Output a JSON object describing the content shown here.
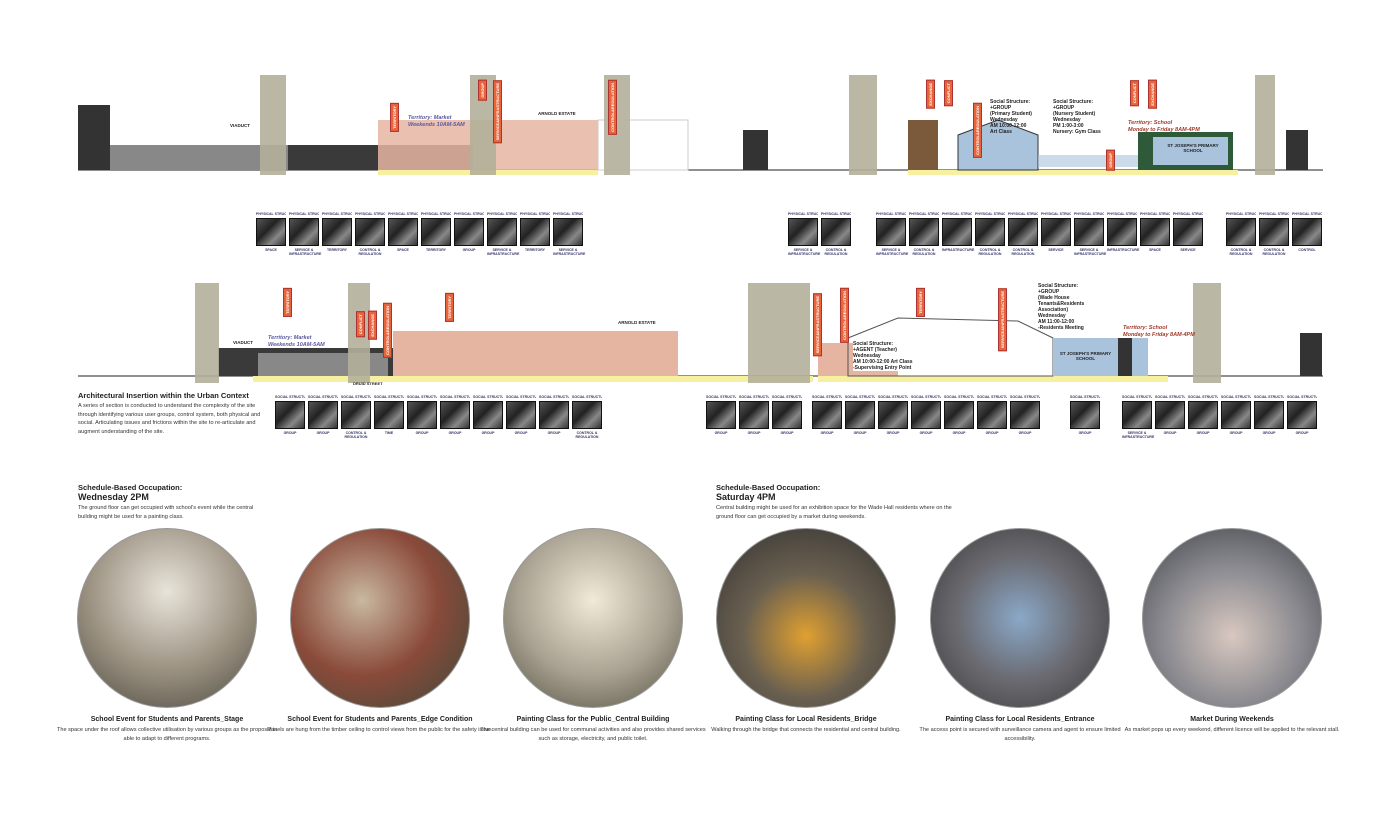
{
  "sections": {
    "top": {
      "labels": {
        "viaduct": "VIADUCT",
        "arnold": "ARNOLD ESTATE",
        "school": "ST JOSEPH'S PRIMARY SCHOOL"
      },
      "territory_market": "Territory: Market\nWeekends 10AM-5AM",
      "territory_school": "Territory: School\nMonday to Friday 8AM-4PM",
      "social_1": "Social Structure:\n+GROUP\n(Primary Student)\nWednesday\nAM 10:00-12:00\nArt Class",
      "social_2": "Social Structure:\n+GROUP\n(Nursery Student)\nWednesday\nPM 1:00-3:00\nNursery: Gym Class",
      "tags": [
        "TERRITORY",
        "GROUP",
        "SERVICE&INFRASTRUCTURE",
        "CONTROL&REGULATION",
        "EXCHANGE",
        "CONFLICT",
        "CONTROL&REGULATION",
        "GROUP",
        "CONFLICT",
        "EXCHANGE"
      ]
    },
    "bottom": {
      "labels": {
        "viaduct": "VIADUCT",
        "arnold": "ARNOLD ESTATE",
        "school": "ST JOSEPH'S PRIMARY SCHOOL",
        "street": "DRUID STREET"
      },
      "territory_market": "Territory: Market\nWeekends 10AM-5AM",
      "territory_school": "Territory: School\nMonday to Friday 8AM-4PM",
      "social_1": "Social Structure:\n+AGENT (Teacher)\nWednesday\nAM 10:00-12:00 Art Class\n-Supervising Entry Point",
      "social_2": "Social Structure:\n+GROUP\n(Wade House\nTenants&Residents\nAssociation)\nWednesday\nAM 11:00-12:00\n-Residents Meeting",
      "tags": [
        "TERRITORY",
        "CONFLICT",
        "EXCHANGE",
        "CONTROL&REGULATION",
        "TERRITORY",
        "SERVICE&INFRASTRUCTURE",
        "CONTROL&REGULATION",
        "TERRITORY",
        "SERVICE&INFRASTRUCTURE"
      ]
    }
  },
  "strips": {
    "physical_heading": "PHYSICAL STRUCTURE",
    "social_heading": "SOCIAL STRUCTURE",
    "top_left": [
      "SPACE",
      "SERVICE & INFRASTRUCTURE",
      "TERRITORY",
      "CONTROL & REGULATION",
      "SPACE",
      "TERRITORY",
      "GROUP",
      "SERVICE & INFRASTRUCTURE",
      "TERRITORY",
      "SERVICE & INFRASTRUCTURE"
    ],
    "top_mid": [
      "SERVICE & INFRASTRUCTURE",
      "CONTROL & REGULATION"
    ],
    "top_right": [
      "SERVICE & INFRASTRUCTURE",
      "CONTROL & REGULATION",
      "INFRASTRUCTURE",
      "CONTROL & REGULATION",
      "CONTROL & REGULATION",
      "SERVICE",
      "SERVICE & INFRASTRUCTURE",
      "INFRASTRUCTURE",
      "SPACE",
      "SERVICE"
    ],
    "top_far": [
      "CONTROL & REGULATION",
      "CONTROL & REGULATION",
      "CONTROL"
    ],
    "bot_left": [
      "GROUP",
      "GROUP",
      "CONTROL & REGULATION",
      "TIME",
      "GROUP",
      "GROUP",
      "GROUP",
      "GROUP",
      "GROUP",
      "CONTROL & REGULATION"
    ],
    "bot_mid": [
      "GROUP",
      "GROUP",
      "GROUP"
    ],
    "bot_right": [
      "GROUP",
      "GROUP",
      "GROUP",
      "GROUP",
      "GROUP",
      "GROUP",
      "GROUP"
    ],
    "bot_single": [
      "GROUP"
    ],
    "bot_far": [
      "SERVICE & INFRASTRUCTURE",
      "GROUP",
      "GROUP",
      "GROUP",
      "GROUP",
      "GROUP"
    ]
  },
  "intro": {
    "title": "Architectural Insertion within the Urban Context",
    "body": "A series of section is conducted to understand the complexity of the site through identifying various user groups, control system, both physical and social. Articulating issues and frictions within the site to re-articulate and augment understanding of the site."
  },
  "schedules": [
    {
      "heading": "Schedule-Based Occupation:",
      "time": "Wednesday 2PM",
      "body": "The ground floor can get occupied with school's event while the central building might be used for a painting class."
    },
    {
      "heading": "Schedule-Based Occupation:",
      "time": "Saturday 4PM",
      "body": "Central building might be used for an exhibition space for the Wade Hall residents where on the ground floor can get occupied by a market during weekends."
    }
  ],
  "vignettes": [
    {
      "title": "School Event for Students and Parents_Stage",
      "body": "The space under the roof allows collective utilisation by various groups as the proposal is able to adapt to different programs."
    },
    {
      "title": "School Event for Students and Parents_Edge Condition",
      "body": "Panels are hung from the timber ceiling to control views from the public for the safety issue."
    },
    {
      "title": "Painting Class for the Public_Central Building",
      "body": "The central building can be used for communal activities and also provides shared services such as storage, electricity, and public toilet."
    },
    {
      "title": "Painting Class for Local Residents_Bridge",
      "body": "Walking through the bridge that connects the residential and central building."
    },
    {
      "title": "Painting Class for Local Residents_Entrance",
      "body": "The access point is secured with surveillance camera and agent to ensure limited accessibility."
    },
    {
      "title": "Market During Weekends",
      "body": "As market pops up every weekend, different licence will be applied to the relevant stall."
    }
  ],
  "colors": {
    "tag": "#e8643a",
    "pillar": "#b3b09a",
    "brick": "#e6b5a2",
    "school": "#a9c3dc",
    "yellow": "#f7f0a0",
    "dark": "#3a3a3a"
  }
}
